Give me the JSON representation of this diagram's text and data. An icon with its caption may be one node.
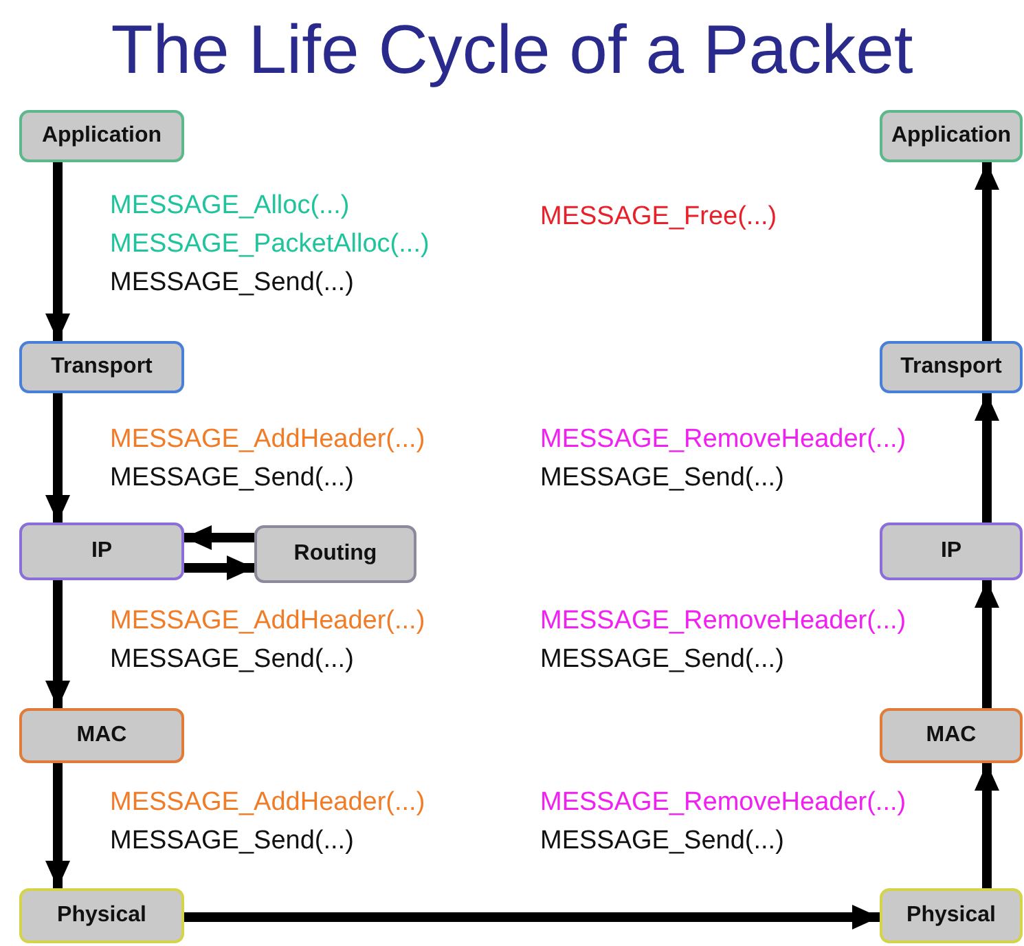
{
  "diagram": {
    "title": "The Life Cycle of a Packet",
    "nodes": [
      {
        "text": [
          "Application"
        ]
      },
      {
        "text": [
          "Application"
        ]
      },
      {
        "text": [
          "Transport"
        ]
      },
      {
        "text": [
          "Transport"
        ]
      },
      {
        "text": [
          "IP"
        ]
      },
      {
        "text": [
          "Routing"
        ]
      },
      {
        "text": [
          "IP"
        ]
      },
      {
        "text": [
          "MAC"
        ]
      },
      {
        "text": [
          "MAC"
        ]
      },
      {
        "text": [
          "Physical"
        ]
      },
      {
        "text": [
          "Physical"
        ]
      }
    ],
    "edges": [
      {
        "from": 0,
        "to": 2,
        "arrow": "to"
      },
      {
        "from": 2,
        "to": 4,
        "arrow": "to"
      },
      {
        "from": 5,
        "to": 4,
        "arrow": "to"
      },
      {
        "from": 4,
        "to": 5,
        "arrow": "to"
      },
      {
        "from": 4,
        "to": 7,
        "arrow": "to"
      },
      {
        "from": 7,
        "to": 9,
        "arrow": "to"
      },
      {
        "from": 9,
        "to": 10,
        "arrow": "to"
      },
      {
        "from": 10,
        "to": 8,
        "arrow": "to"
      },
      {
        "from": 8,
        "to": 6,
        "arrow": "to"
      },
      {
        "from": 6,
        "to": 3,
        "arrow": "to"
      },
      {
        "from": 3,
        "to": 1,
        "arrow": "to"
      }
    ],
    "labels": [
      "MESSAGE_Alloc(...)",
      "MESSAGE_Free(...)",
      "MESSAGE_PacketAlloc(...)",
      "MESSAGE_Send(...)",
      "MESSAGE_AddHeader(...)",
      "MESSAGE_RemoveHeader(...)",
      "MESSAGE_Send(...)",
      "MESSAGE_Send(...)",
      "MESSAGE_AddHeader(...)",
      "MESSAGE_RemoveHeader(...)",
      "MESSAGE_Send(...)",
      "MESSAGE_Send(...)",
      "MESSAGE_AddHeader(...)",
      "MESSAGE_RemoveHeader(...)",
      "MESSAGE_Send(...)",
      "MESSAGE_Send(...)"
    ]
  }
}
